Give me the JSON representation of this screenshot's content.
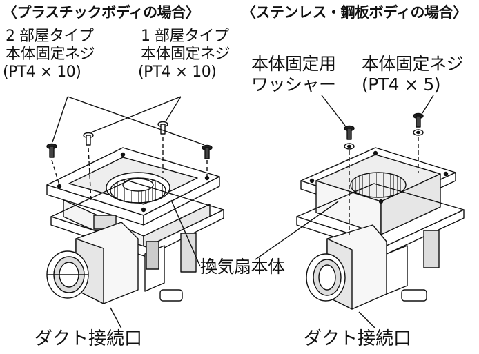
{
  "headings": {
    "plastic": "〈プラスチックボディの場合〉",
    "stainless": "〈ステンレス・鋼板ボディの場合〉"
  },
  "labels": {
    "screw_2room": [
      "2 部屋タイプ",
      "本体固定ネジ",
      "(PT4 × 10)"
    ],
    "screw_1room": [
      "1 部屋タイプ",
      "本体固定ネジ",
      "(PT4 × 10)"
    ],
    "washer": [
      "本体固定用",
      "ワッシャー"
    ],
    "screw_steel": [
      "本体固定ネジ",
      "(PT4 × 5)"
    ],
    "fan_body": "換気扇本体",
    "duct_left": "ダクト接続口",
    "duct_right": "ダクト接続口"
  }
}
